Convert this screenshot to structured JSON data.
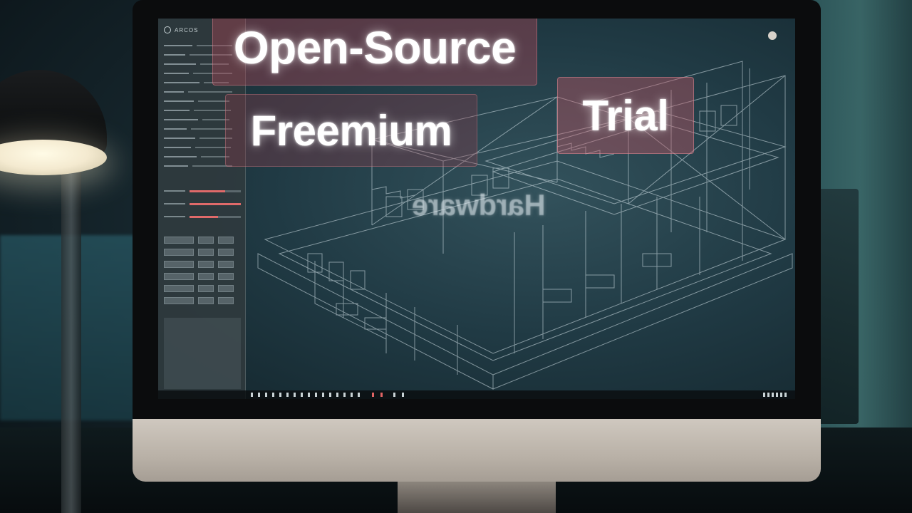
{
  "labels": {
    "open_source": "Open-Source",
    "freemium": "Freemium",
    "trial": "Trial",
    "mirrored_text": "Hardware"
  },
  "app": {
    "brand": "ARCOS"
  },
  "colors": {
    "tag_fill": "#a84656",
    "accent_red": "#e06464",
    "wireframe": "#d6e4ea",
    "screen_bg": "#203a44"
  },
  "icons": {
    "brand": "app-logo-icon",
    "camera": "camera-icon"
  }
}
